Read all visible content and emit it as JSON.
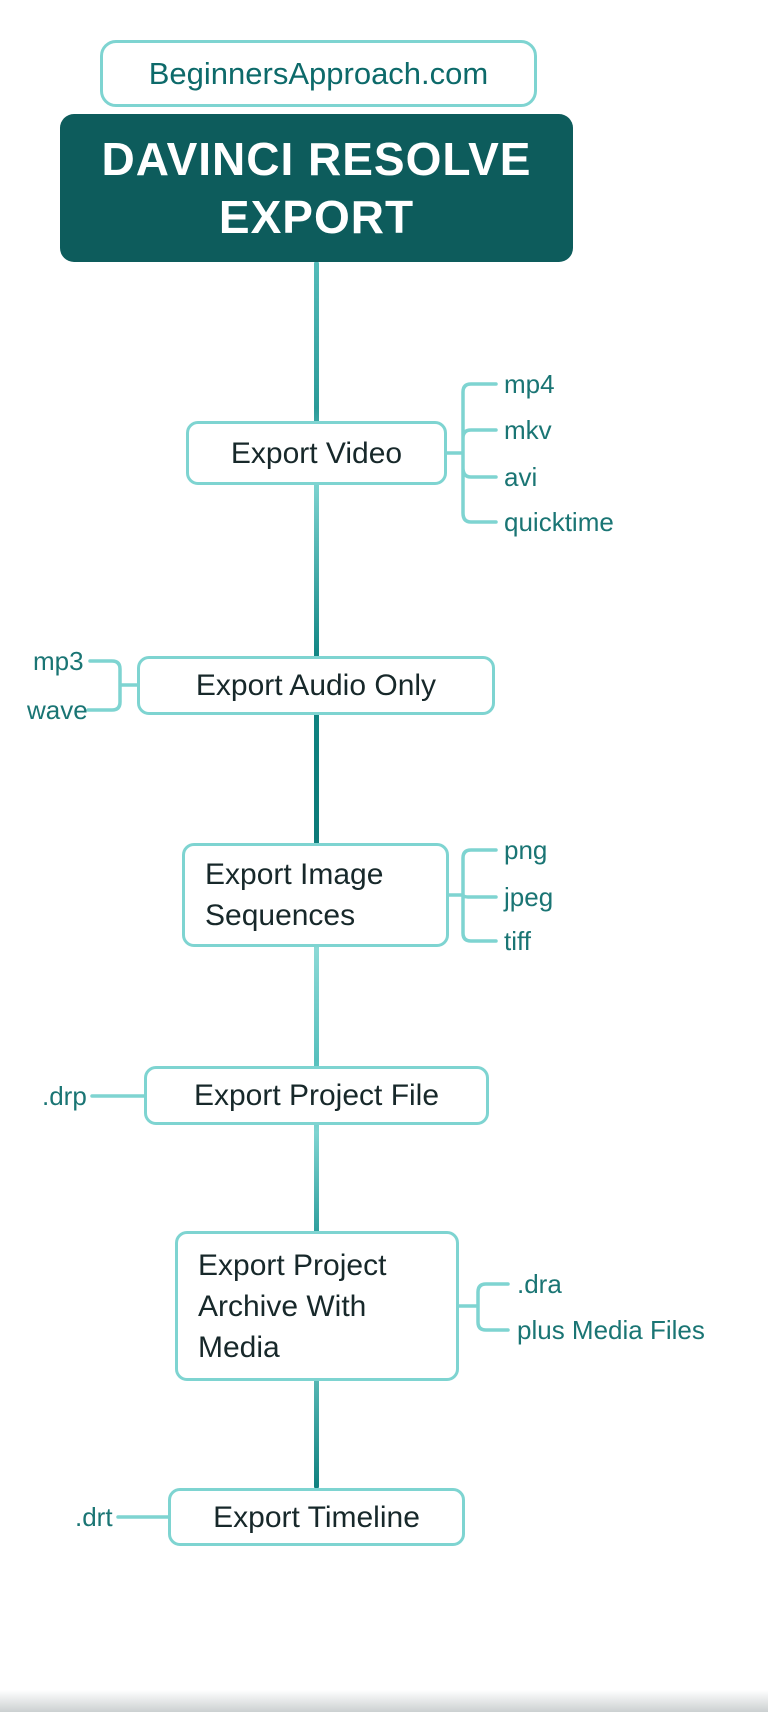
{
  "site_badge": {
    "label": "BeginnersApproach.com"
  },
  "title": {
    "line1": "DAVINCI RESOLVE",
    "line2": "EXPORT"
  },
  "nodes": [
    {
      "id": "export-video",
      "label": "Export Video",
      "side": "right",
      "formats": [
        "mp4",
        "mkv",
        "avi",
        "quicktime"
      ]
    },
    {
      "id": "export-audio-only",
      "label": "Export Audio Only",
      "side": "left",
      "formats": [
        "mp3",
        "wave"
      ]
    },
    {
      "id": "export-image-sequences",
      "label": "Export Image Sequences",
      "side": "right",
      "formats": [
        "png",
        "jpeg",
        "tiff"
      ]
    },
    {
      "id": "export-project-file",
      "label": "Export Project File",
      "side": "left",
      "formats": [
        ".drp"
      ]
    },
    {
      "id": "export-project-archive",
      "label": "Export Project Archive With Media",
      "side": "right",
      "formats": [
        ".dra",
        "plus Media Files"
      ]
    },
    {
      "id": "export-timeline",
      "label": "Export Timeline",
      "side": "left",
      "formats": [
        ".drt"
      ]
    }
  ],
  "colors": {
    "header_bg": "#0d5c5c",
    "node_border": "#7ed4d1",
    "spine_teal_dark": "#0e807e",
    "format_label_text": "#1a7574",
    "badge_text": "#0d6a6a",
    "node_text": "#17282a"
  }
}
